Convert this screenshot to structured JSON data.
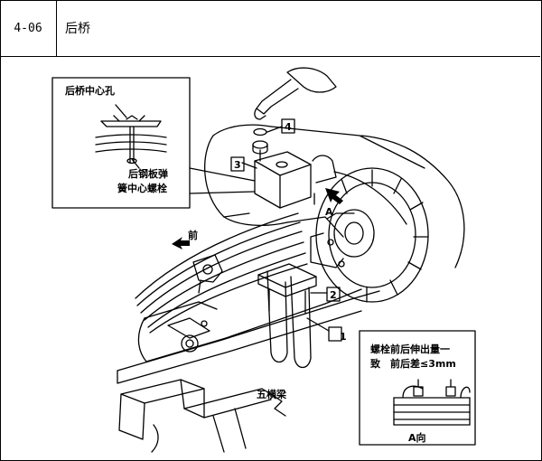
{
  "header": {
    "code": "4-06",
    "title": "后桥"
  },
  "callouts": {
    "hole_label": "后桥中心孔",
    "bolt_label_line1": "后钢板弹",
    "bolt_label_line2": "簧中心螺栓"
  },
  "annotations": {
    "direction_front": "前",
    "view_a": "A",
    "crossbeam": "五横梁"
  },
  "part_numbers": [
    "1",
    "2",
    "3",
    "4"
  ],
  "inset": {
    "note_line1": "螺栓前后伸出量一",
    "note_line2": "致　前后差≤3mm",
    "caption": "A向"
  }
}
